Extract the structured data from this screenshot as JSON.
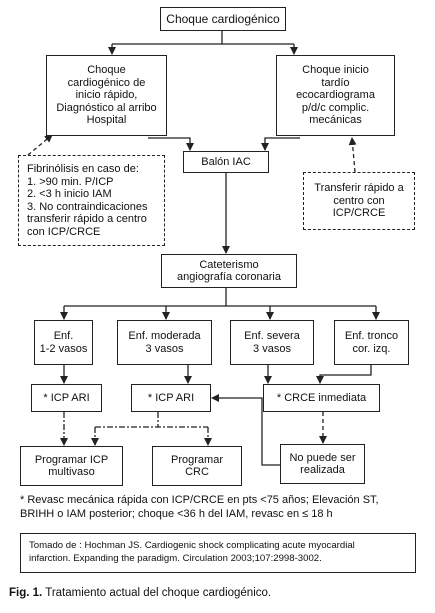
{
  "nodes": {
    "choque": "Choque cardiogénico",
    "inicio_rapido": "Choque\ncardiogénico de\ninicio rápido,\nDiagnóstico al arribo\nHospital",
    "inicio_tardio": "Choque inicio\ntardío\necocardiograma\np/d/c complic.\nmecánicas",
    "fibrinolisis": "Fibrinólisis en caso de:\n1. >90 min. P/ICP\n2. <3 h inicio IAM\n3. No contraindicaciones\ntransferir rápido a centro\ncon ICP/CRCE",
    "balon": "Balón IAC",
    "transferir": "Transferir rápido a\ncentro con\nICP/CRCE",
    "cateterismo": "Cateterismo\nangiografía coronaria",
    "enf_12": "Enf.\n1-2 vasos",
    "enf_moderada": "Enf. moderada\n3 vasos",
    "enf_severa": "Enf. severa\n3 vasos",
    "enf_tronco": "Enf. tronco\ncor. izq.",
    "icp_ari_1": "* ICP ARI",
    "icp_ari_2": "* ICP ARI",
    "crce": "* CRCE inmediata",
    "programar_icp": "Programar ICP\nmultivaso",
    "programar_crc": "Programar\nCRC",
    "no_puede": "No puede ser\nrealizada"
  },
  "footnote": "* Revasc mecánica rápida con ICP/CRCE en pts <75 años; Elevación ST,\nBRIHH o IAM posterior; choque <36 h del IAM, revasc en ≤ 18 h",
  "source": "Tomado de : Hochman JS. Cardiogenic shock complicating acute myocardial\ninfarction. Expanding the paradigm. Circulation 2003;107:2998-3002.",
  "caption": {
    "label": "Fig. 1.",
    "text": " Tratamiento actual del choque cardiogénico."
  }
}
